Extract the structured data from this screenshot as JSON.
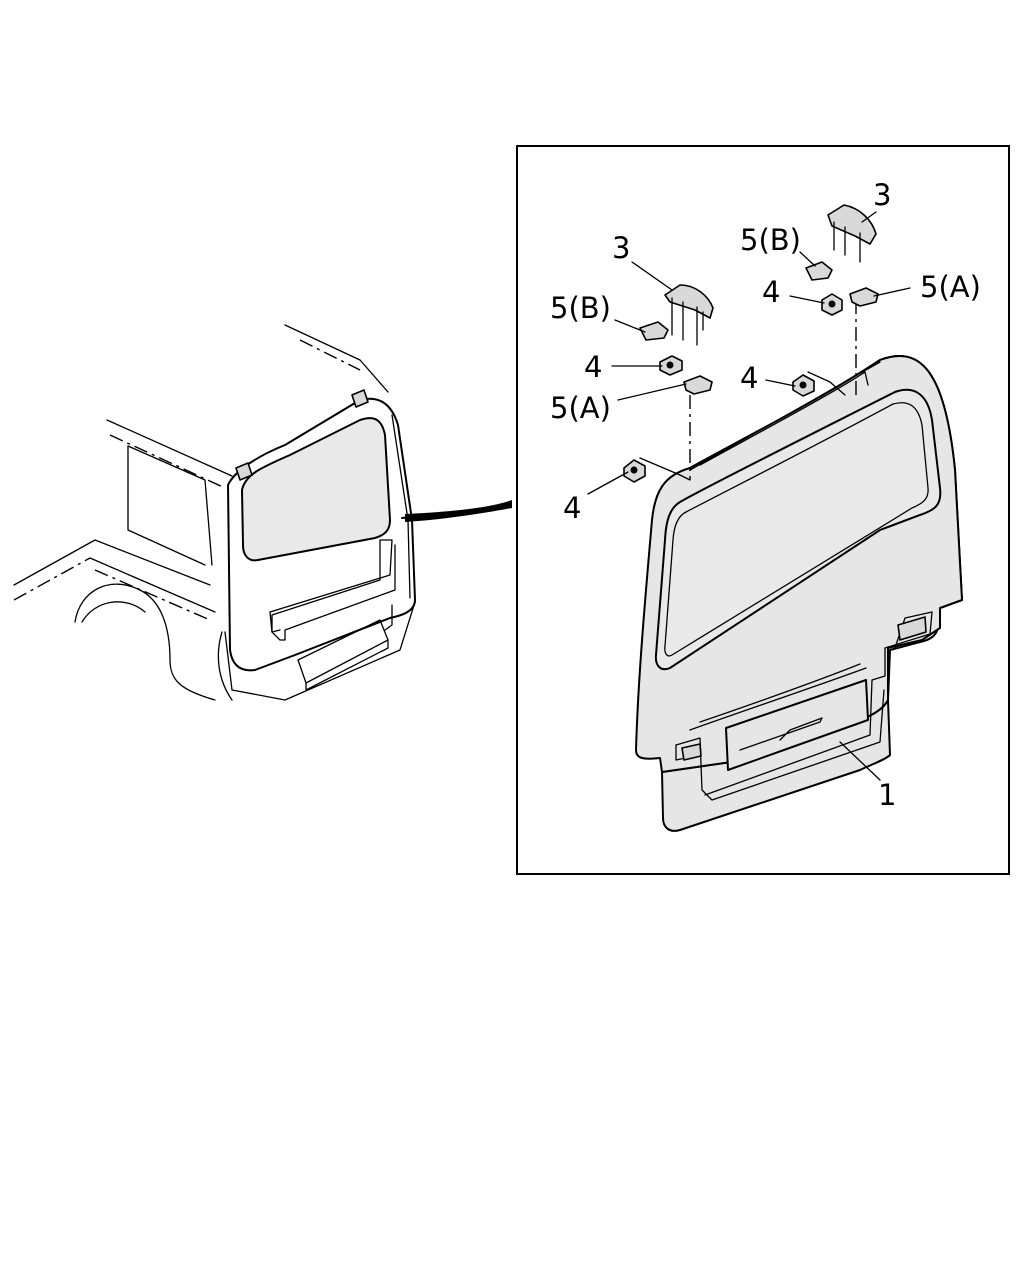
{
  "diagram": {
    "callouts": {
      "trim_panel": "1",
      "left_clip_cover": "3",
      "right_clip_cover": "3",
      "left_clip_b": "5(B)",
      "right_clip_b": "5(B)",
      "left_clip_a": "5(A)",
      "right_clip_a": "5(A)",
      "left_nut_upper": "4",
      "left_nut_lower": "4",
      "right_nut_upper": "4",
      "right_nut_lower": "4"
    }
  }
}
